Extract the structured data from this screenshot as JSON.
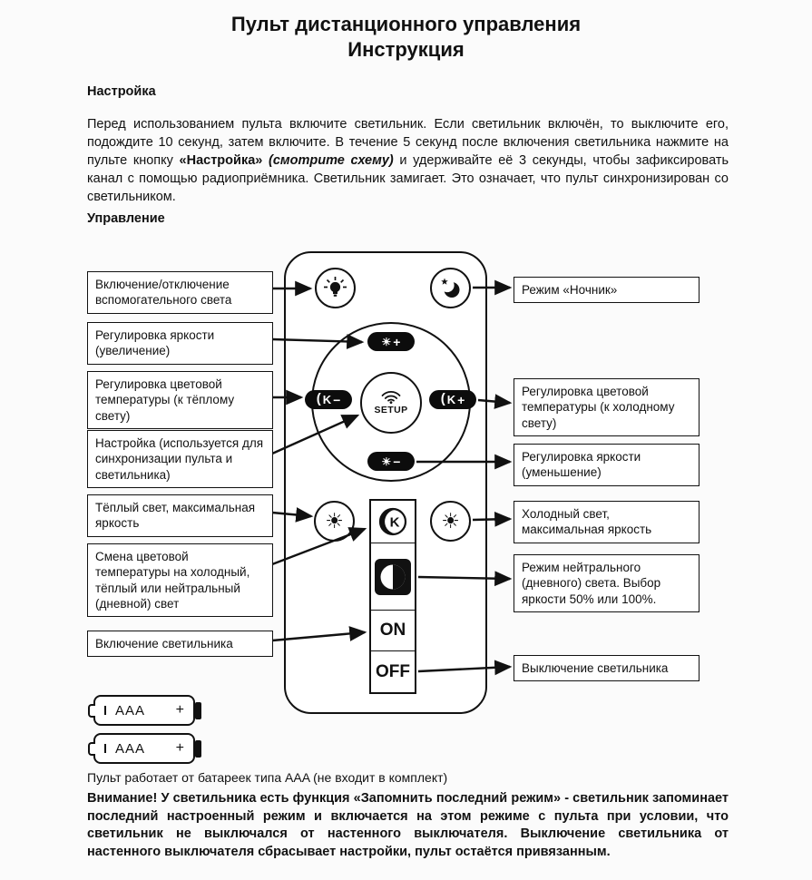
{
  "doc": {
    "title_line1": "Пульт дистанционного управления",
    "title_line2": "Инструкция"
  },
  "setup": {
    "heading": "Настройка",
    "p1": "Перед использованием пульта включите светильник. Если светильник включён, то выключите его, подождите 10 секунд, затем включите. В течение 5 секунд после включения светильника нажмите на пульте кнопку",
    "button_ref": "«Настройка»",
    "scheme_ref": "(смотрите схему)",
    "p2": "и удерживайте её 3 секунды, чтобы зафиксировать канал с помощью радиоприёмника. Светильник замигает. Это означает, что пульт синхронизирован со светильником."
  },
  "control": {
    "heading": "Управление"
  },
  "labels_left": [
    "Включение/отключение вспомогательного света",
    "Регулировка яркости (увеличение)",
    "Регулировка цветовой температуры (к тёплому свету)",
    "Настройка (используется для синхронизации пульта и светильника)",
    "Тёплый свет, максимальная яркость",
    "Смена цветовой температуры на холодный, тёплый или нейтральный (дневной) свет",
    "Включение светильника"
  ],
  "labels_right": [
    "Режим «Ночник»",
    "Регулировка цветовой температуры (к холодному свету)",
    "Регулировка яркости (уменьшение)",
    "Холодный свет, максимальная яркость",
    "Режим нейтрального (дневного) света. Выбор яркости 50% или 100%.",
    "Выключение светильника"
  ],
  "remote": {
    "setup_label": "SETUP",
    "on_label": "ON",
    "off_label": "OFF",
    "plus_sign": "+",
    "minus_sign": "−",
    "k_letter": "K",
    "icons": {
      "sun_glyph": "☀",
      "temp_arc_glyph": "("
    }
  },
  "battery": {
    "type_label": "AAA",
    "plus_label": "+",
    "note": "Пульт работает от батареек типа AAA (не входит в комплект)"
  },
  "warning": "Внимание! У светильника есть функция «Запомнить последний режим» - светильник запоминает последний настроенный режим и включается на этом режиме с пульта при условии, что светильник не выключался от настенного выключателя. Выключение светильника от настенного выключателя сбрасывает настройки, пульт остаётся привязанным.",
  "colors": {
    "ink": "#111111",
    "paper": "#fbfbfb"
  }
}
